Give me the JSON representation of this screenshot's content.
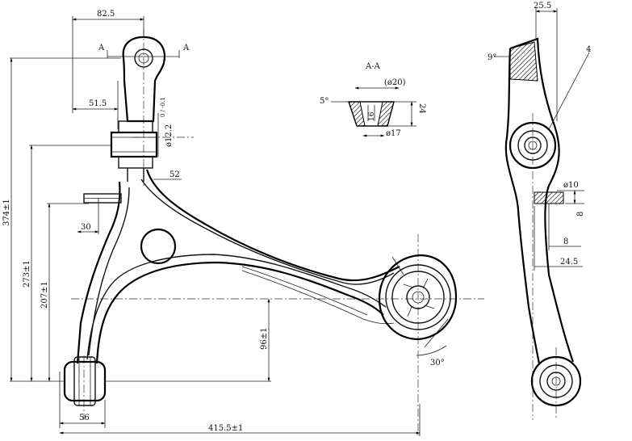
{
  "section_title": "A-A",
  "section_markers": [
    "A",
    "A"
  ],
  "part_number_callout": "4",
  "dimensions": {
    "d_82_5": "82.5",
    "d_51_5": "51.5",
    "d_52": "52",
    "d_30": "30",
    "d_56": "56",
    "d_415": "415.5±1",
    "d_374": "374±1",
    "d_273": "273±1",
    "d_207": "207±1",
    "d_96": "96±1",
    "d_bush_dia": "ø12.2",
    "d_bush_tol": "0 / -0.1",
    "d_30deg": "30°",
    "d_25_5": "25.5",
    "d_9deg": "9°",
    "d_10": "ø10",
    "d_8a": "8",
    "d_8b": "8",
    "d_24_5": "24.5",
    "d_5deg": "5°",
    "d_20": "(ø20)",
    "d_17": "ø17",
    "d_24": "24",
    "d_16": "16"
  }
}
